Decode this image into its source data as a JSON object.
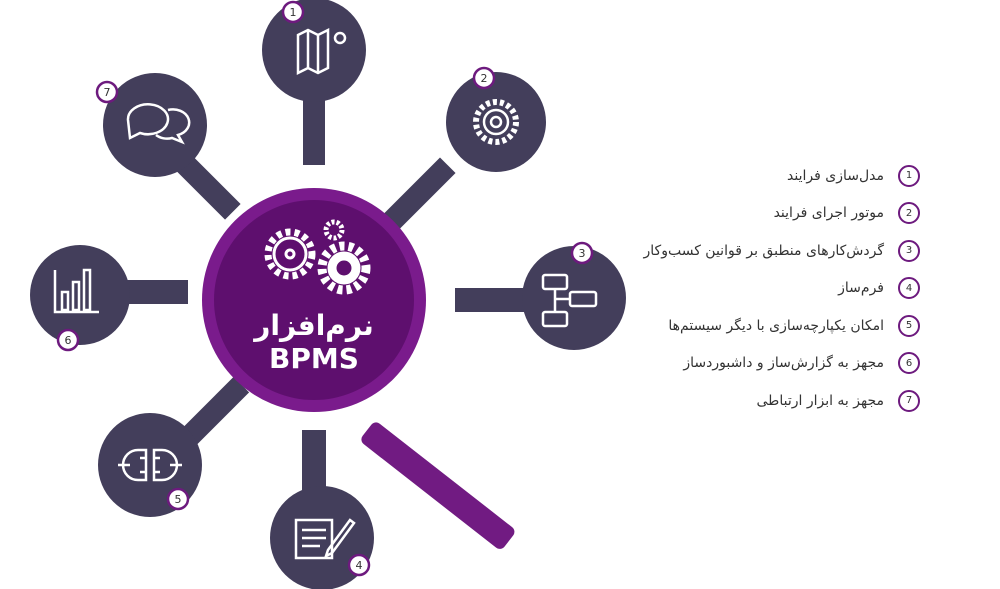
{
  "center": {
    "title_fa": "نرم‌افزار",
    "title_en": "BPMS"
  },
  "colors": {
    "purple": "#711b82",
    "purple_dark": "#5e0f6e",
    "node": "#433e5b",
    "badge_stroke": "#6d1a7e"
  },
  "nodes": [
    {
      "num": "1",
      "icon": "map-pin-icon"
    },
    {
      "num": "2",
      "icon": "gear-icon"
    },
    {
      "num": "3",
      "icon": "flowchart-icon"
    },
    {
      "num": "4",
      "icon": "form-edit-icon"
    },
    {
      "num": "5",
      "icon": "plug-icon"
    },
    {
      "num": "6",
      "icon": "bar-chart-icon"
    },
    {
      "num": "7",
      "icon": "chat-icon"
    }
  ],
  "features": [
    {
      "num": "1",
      "label": "مدل‌سازی فرایند"
    },
    {
      "num": "2",
      "label": "موتور اجرای فرایند"
    },
    {
      "num": "3",
      "label": "گردش‌کارهای منطبق بر قوانین کسب‌وکار"
    },
    {
      "num": "4",
      "label": "فرم‌ساز"
    },
    {
      "num": "5",
      "label": "امکان یکپارچه‌سازی با دیگر سیستم‌ها"
    },
    {
      "num": "6",
      "label": "مجهز به گزارش‌ساز و داشبوردساز"
    },
    {
      "num": "7",
      "label": "مجهز به ابزار ارتباطی"
    }
  ]
}
